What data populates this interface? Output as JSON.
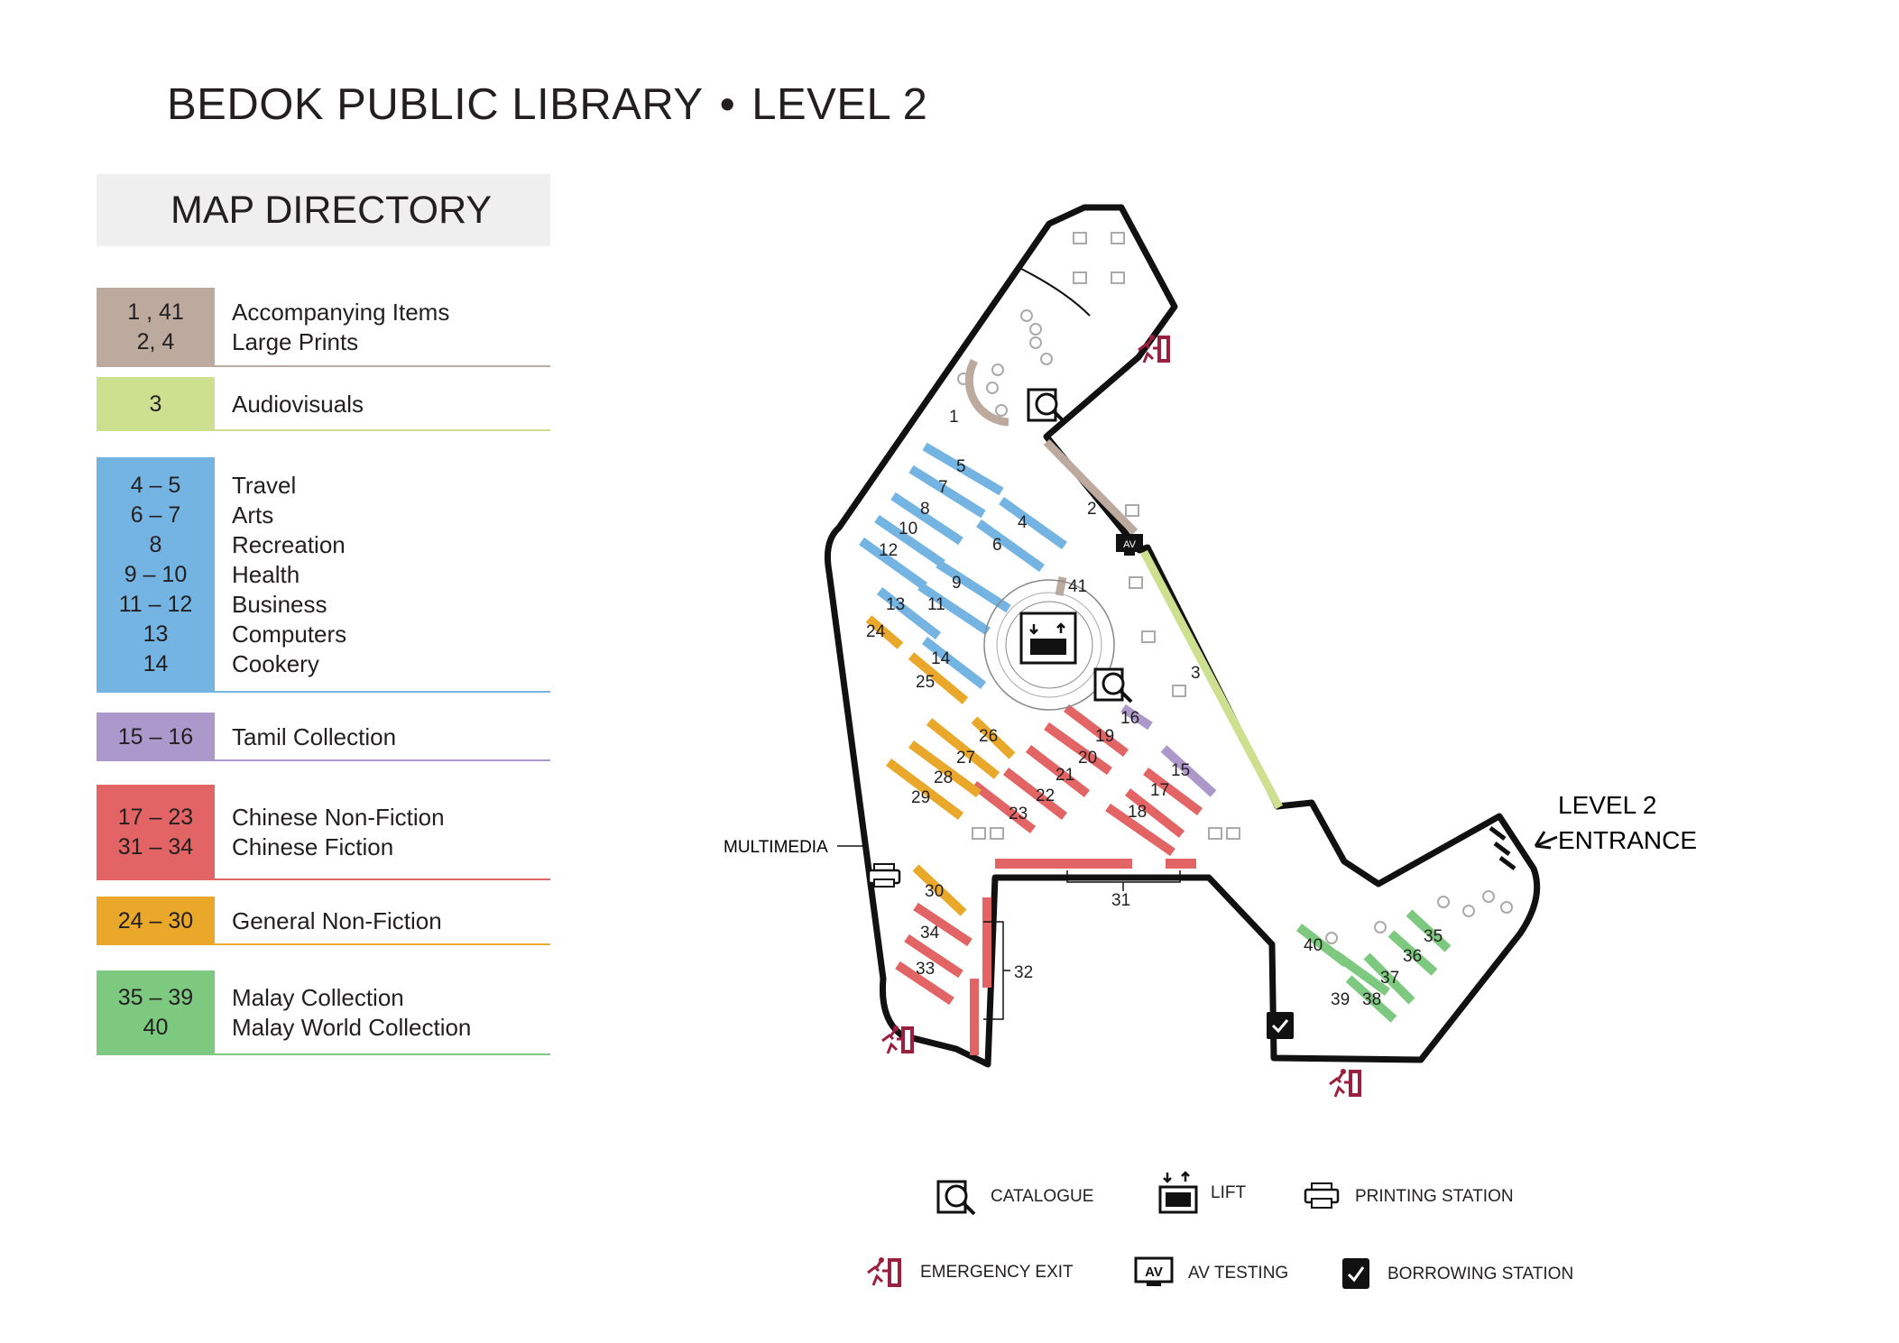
{
  "title": {
    "library": "BEDOK PUBLIC LIBRARY",
    "separator": "•",
    "level": "LEVEL 2"
  },
  "directory": {
    "heading": "MAP DIRECTORY",
    "rows": [
      {
        "codes": [
          "1 , 41",
          "2, 4"
        ],
        "labels": [
          "Accompanying Items",
          "Large Prints"
        ],
        "color": "#bcaa9e"
      },
      {
        "codes": [
          "3"
        ],
        "labels": [
          "Audiovisuals"
        ],
        "color": "#cde08f"
      },
      {
        "codes": [
          "4 – 5",
          "6 – 7",
          "8",
          "9 – 10",
          "11 – 12",
          "13",
          "14"
        ],
        "labels": [
          "Travel",
          "Arts",
          "Recreation",
          "Health",
          "Business",
          "Computers",
          "Cookery"
        ],
        "color": "#74b4e2"
      },
      {
        "codes": [
          "15 – 16"
        ],
        "labels": [
          "Tamil Collection"
        ],
        "color": "#ad98cc"
      },
      {
        "codes": [
          "17 – 23",
          "31 – 34"
        ],
        "labels": [
          "Chinese Non-Fiction",
          "Chinese Fiction"
        ],
        "color": "#e26464"
      },
      {
        "codes": [
          "24 – 30"
        ],
        "labels": [
          "General Non-Fiction"
        ],
        "color": "#e9a82a"
      },
      {
        "codes": [
          "35 – 39",
          "40"
        ],
        "labels": [
          "Malay Collection",
          "Malay World Collection"
        ],
        "color": "#7dc97f"
      }
    ]
  },
  "map": {
    "shelf_numbers": [
      "1",
      "2",
      "3",
      "4",
      "5",
      "6",
      "7",
      "8",
      "9",
      "10",
      "11",
      "12",
      "13",
      "14",
      "15",
      "16",
      "17",
      "18",
      "19",
      "20",
      "21",
      "22",
      "23",
      "24",
      "25",
      "26",
      "27",
      "28",
      "29",
      "30",
      "31",
      "32",
      "33",
      "34",
      "35",
      "36",
      "37",
      "38",
      "39",
      "40",
      "41"
    ],
    "multimedia_label": "MULTIMEDIA",
    "entrance_label": [
      "LEVEL 2",
      "ENTRANCE"
    ]
  },
  "legend": {
    "catalogue": "CATALOGUE",
    "lift": "LIFT",
    "printing": "PRINTING STATION",
    "emergency": "EMERGENCY EXIT",
    "av_testing": "AV TESTING",
    "av_badge": "AV",
    "borrowing": "BORROWING STATION"
  },
  "colors": {
    "beige": "#bcaa9e",
    "green_light": "#cde08f",
    "blue": "#74b4e2",
    "purple": "#ad98cc",
    "red": "#e26464",
    "orange": "#e9a82a",
    "green": "#7dc97f",
    "exit": "#9b1f3f",
    "wall": "#111111"
  }
}
